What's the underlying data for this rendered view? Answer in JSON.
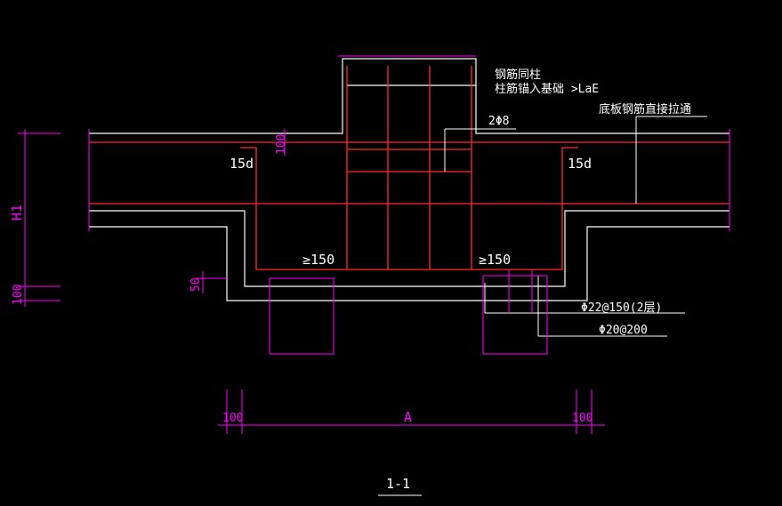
{
  "colors": {
    "background": "#000000",
    "concrete_outline": "#ffffff",
    "rebar": "#ff2a2a",
    "dimension": "#ff00ff"
  },
  "annotations": {
    "column_rebar_line1": "钢筋同柱",
    "column_rebar_line2": "柱筋锚入基础 >LaE",
    "slab_rebar_note": "底板钢筋直接拉通",
    "stirrup": "2Φ8",
    "hook_left": "15d",
    "hook_right": "15d",
    "min_left": "≥150",
    "min_right": "≥150",
    "bottom_rebar_1": "Φ22@150(2层)",
    "bottom_rebar_2": "Φ20@200"
  },
  "dimensions": {
    "top_offset": "100",
    "height": "H1",
    "bottom_cover": "100",
    "small_gap": "50",
    "width": "A",
    "left_edge": "100",
    "right_edge": "100"
  },
  "section_label": "1-1"
}
